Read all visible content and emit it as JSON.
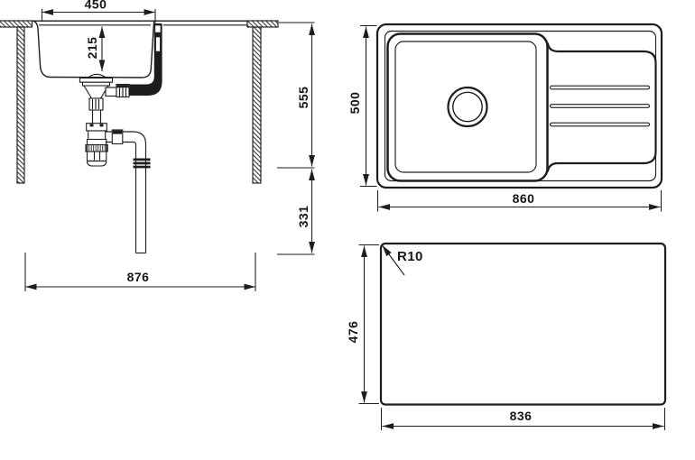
{
  "drawing": {
    "colors": {
      "ink": "#1d1d1d",
      "background": "#ffffff"
    },
    "section_view": {
      "bowl_width": "450",
      "bowl_depth": "215",
      "height_upper": "555",
      "height_lower": "331",
      "overall_width": "876"
    },
    "top_view": {
      "depth": "500",
      "width": "860"
    },
    "cutout_view": {
      "corner_radius": "R10",
      "depth": "476",
      "width": "836"
    }
  }
}
